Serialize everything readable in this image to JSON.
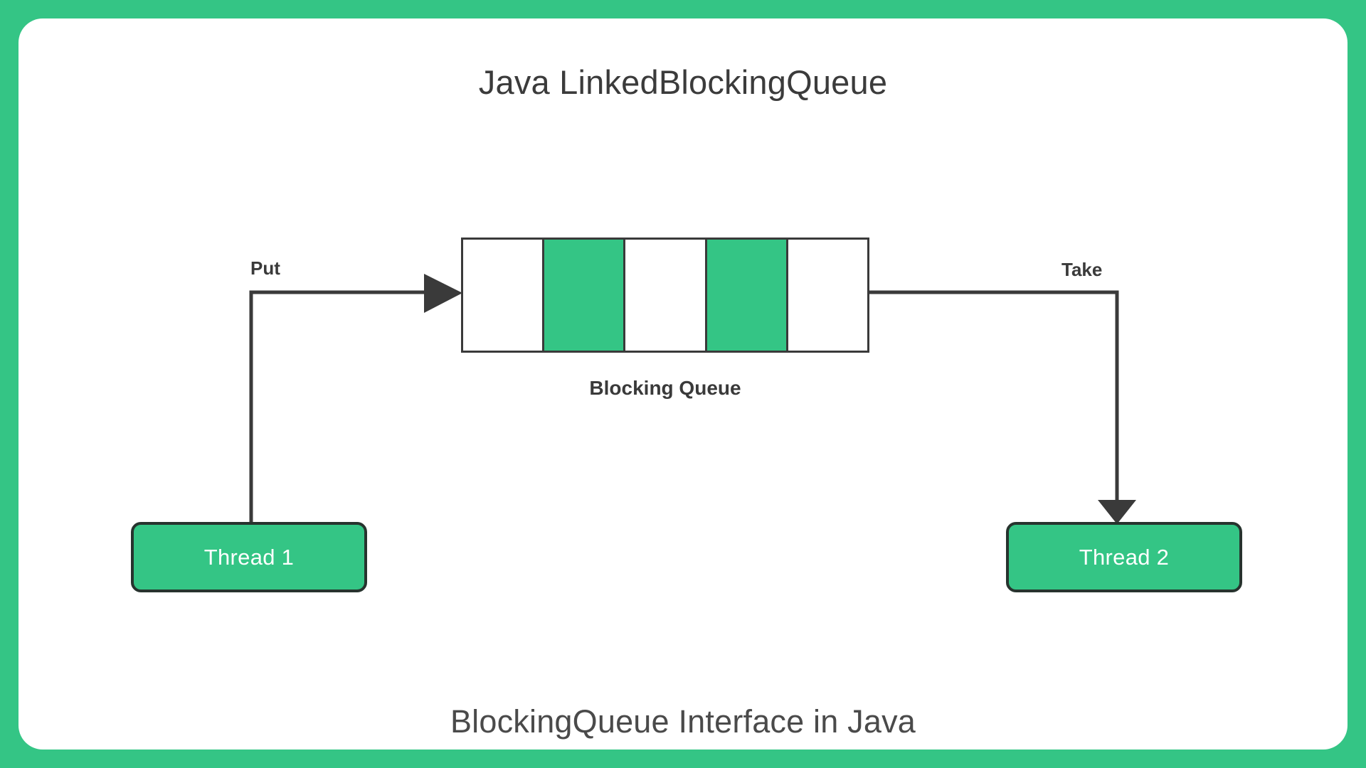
{
  "page": {
    "title": "Java LinkedBlockingQueue",
    "caption": "BlockingQueue Interface in Java"
  },
  "theme": {
    "background_green": "#34c585",
    "card_background": "#ffffff",
    "ink": "#3a3a3a",
    "box_border": "#27332e",
    "box_text": "#ffffff"
  },
  "diagram": {
    "type": "flow-diagram",
    "queue": {
      "label": "Blocking Queue",
      "cell_count": 5,
      "cells": [
        {
          "index": 1,
          "state": "empty",
          "fill": "#ffffff"
        },
        {
          "index": 2,
          "state": "filled",
          "fill": "#34c585"
        },
        {
          "index": 3,
          "state": "empty",
          "fill": "#ffffff"
        },
        {
          "index": 4,
          "state": "filled",
          "fill": "#34c585"
        },
        {
          "index": 5,
          "state": "empty",
          "fill": "#ffffff"
        }
      ]
    },
    "edges": [
      {
        "id": "put",
        "label": "Put",
        "from": "Thread 1",
        "to": "Blocking Queue",
        "direction": "right"
      },
      {
        "id": "take",
        "label": "Take",
        "from": "Blocking Queue",
        "to": "Thread 2",
        "direction": "down"
      }
    ],
    "nodes": [
      {
        "id": "thread-1",
        "label": "Thread 1",
        "role": "producer"
      },
      {
        "id": "thread-2",
        "label": "Thread 2",
        "role": "consumer"
      }
    ]
  }
}
